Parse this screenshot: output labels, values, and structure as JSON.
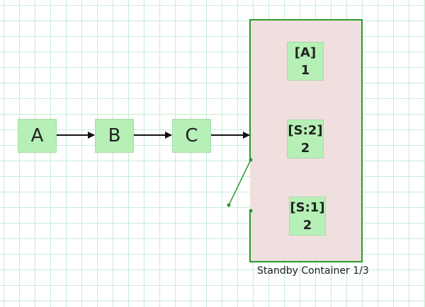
{
  "nodes": [
    {
      "label": "A"
    },
    {
      "label": "B"
    },
    {
      "label": "C"
    }
  ],
  "container": {
    "caption": "Standby Container 1/3",
    "slots": [
      {
        "tag": "[A]",
        "value": "1"
      },
      {
        "tag": "[S:2]",
        "value": "2"
      },
      {
        "tag": "[S:1]",
        "value": "2"
      }
    ]
  },
  "colors": {
    "node_fill": "#b6f0b6",
    "container_fill": "#efdfdf",
    "container_border": "#2a9a2a",
    "grid": "#c8ecd6"
  }
}
